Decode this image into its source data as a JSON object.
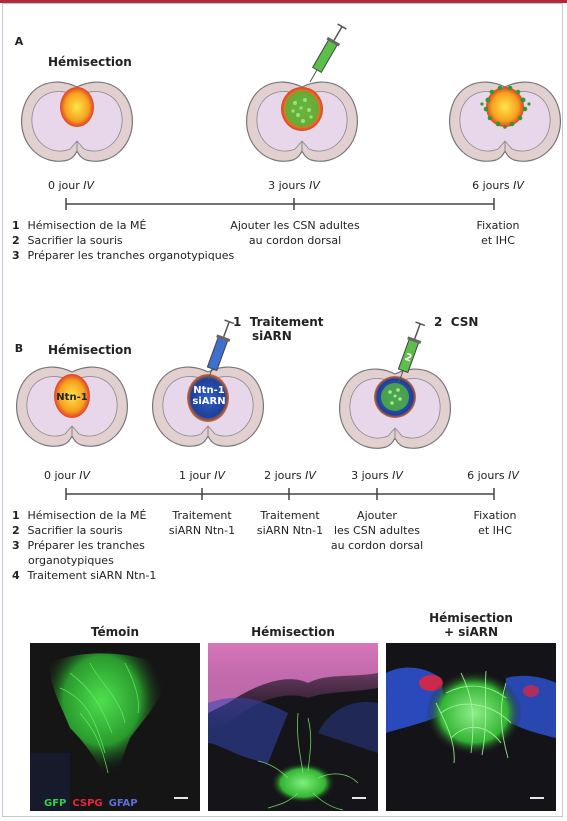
{
  "panelA": {
    "letter": "A",
    "title": "Hémisection",
    "timepoints": [
      {
        "time": "0 jour",
        "unit": "IV"
      },
      {
        "time": "3 jours",
        "unit": "IV"
      },
      {
        "time": "6 jours",
        "unit": "IV"
      }
    ],
    "steps": [
      {
        "n": "1",
        "text": "Hémisection de la MÉ"
      },
      {
        "n": "2",
        "text": "Sacrifier la souris"
      },
      {
        "n": "3",
        "text": "Préparer les tranches organotypiques"
      }
    ],
    "mid_label": [
      "Ajouter les CSN adultes",
      "au cordon dorsal"
    ],
    "end_label": [
      "Fixation",
      "et IHC"
    ]
  },
  "panelB": {
    "letter": "B",
    "title": "Hémisection",
    "syringe1": {
      "n": "1",
      "line1": "Traitement",
      "line2": "siARN"
    },
    "syringe2": {
      "n": "2",
      "label": "CSN",
      "barrel_text": "2"
    },
    "lesion_label": "Ntn-1",
    "sirna_label": [
      "Ntn-1",
      "siARN"
    ],
    "timepoints": [
      {
        "time": "0 jour",
        "unit": "IV"
      },
      {
        "time": "1 jour",
        "unit": "IV"
      },
      {
        "time": "2 jours",
        "unit": "IV"
      },
      {
        "time": "3 jours",
        "unit": "IV"
      },
      {
        "time": "6 jours",
        "unit": "IV"
      }
    ],
    "steps": [
      {
        "n": "1",
        "text": "Hémisection de la MÉ"
      },
      {
        "n": "2",
        "text": "Sacrifier la souris"
      },
      {
        "n": "3",
        "text": "Préparer les tranches",
        "text2": "organotypiques"
      },
      {
        "n": "4",
        "text": "Traitement siARN Ntn-1"
      }
    ],
    "below_labels": [
      [
        "Traitement",
        "siARN Ntn-1"
      ],
      [
        "Traitement",
        "siARN Ntn-1"
      ],
      [
        "Ajouter",
        "les CSN adultes",
        "au cordon dorsal"
      ],
      [
        "Fixation",
        "et IHC"
      ]
    ]
  },
  "micrographs": {
    "titles": [
      "Témoin",
      "Hémisection",
      "Hémisection",
      "+ siARN"
    ],
    "legend": [
      {
        "text": "GFP",
        "color": "#2fd04a"
      },
      {
        "text": "CSPG",
        "color": "#e8243a"
      },
      {
        "text": "GFAP",
        "color": "#5a6fd8"
      }
    ]
  },
  "colors": {
    "accent": "#b5273a",
    "cord_fill": "#e7d3e8",
    "cord_outer": "#e2cfcf",
    "green": "#3cc43c",
    "sirna_blue": "#2a56b8"
  }
}
